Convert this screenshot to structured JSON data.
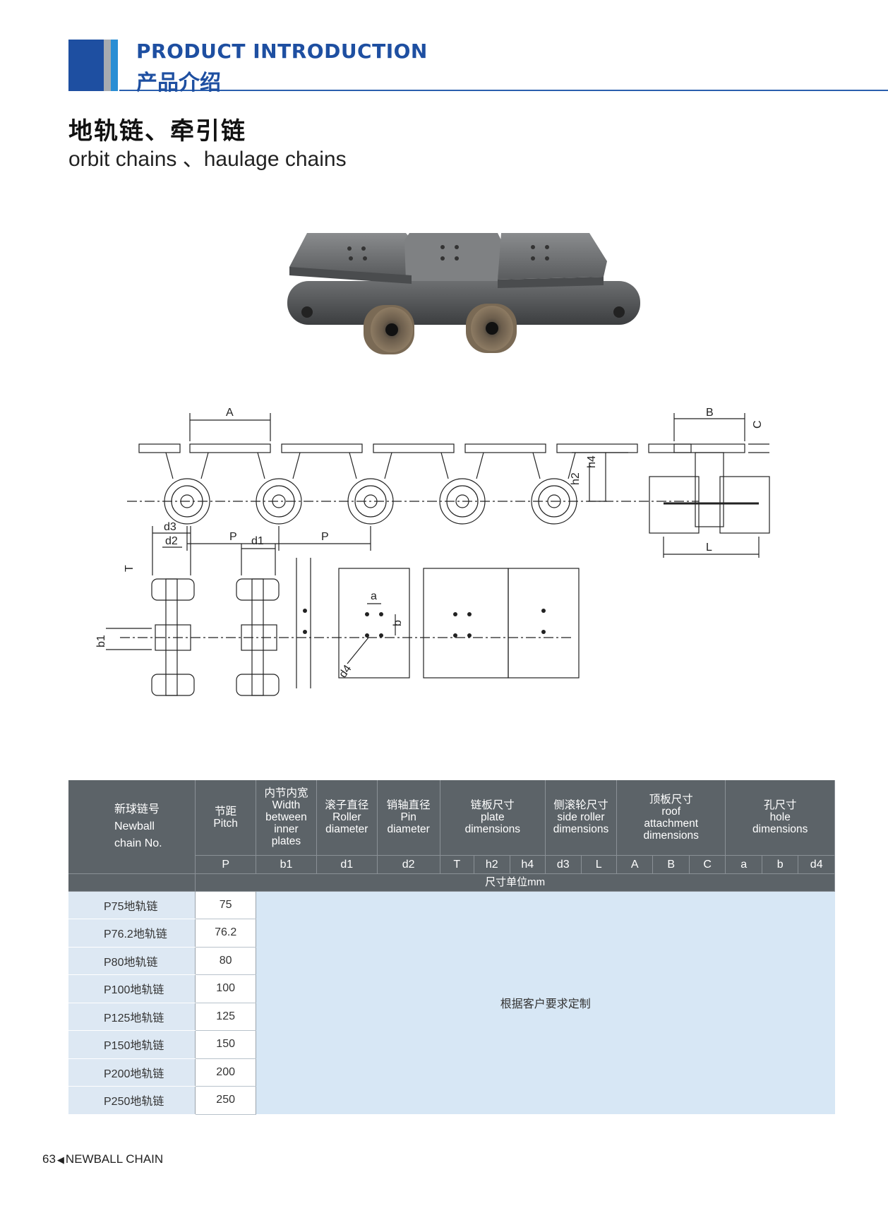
{
  "header": {
    "title_en": "PRODUCT INTRODUCTION",
    "title_cn": "产品介绍"
  },
  "product": {
    "title_cn": "地轨链、牵引链",
    "title_en": "orbit chains 、haulage chains"
  },
  "drawing": {
    "labels": [
      "A",
      "B",
      "C",
      "h4",
      "h2",
      "P",
      "P",
      "L",
      "d3",
      "d2",
      "d1",
      "T",
      "b1",
      "a",
      "b",
      "d4"
    ]
  },
  "table": {
    "model_header": [
      "新球链号",
      "Newball",
      "chain No."
    ],
    "groups": [
      {
        "cn": "节距",
        "en": [
          "Pitch"
        ]
      },
      {
        "cn": "内节内宽",
        "en": [
          "Width",
          "between",
          "inner",
          "plates"
        ]
      },
      {
        "cn": "滚子直径",
        "en": [
          "Roller",
          "diameter"
        ]
      },
      {
        "cn": "销轴直径",
        "en": [
          "Pin",
          "diameter"
        ]
      },
      {
        "cn": "链板尺寸",
        "en": [
          "plate",
          "dimensions"
        ]
      },
      {
        "cn": "侧滚轮尺寸",
        "en": [
          "side roller",
          "dimensions"
        ]
      },
      {
        "cn": "顶板尺寸",
        "en": [
          "roof",
          "attachment",
          "dimensions"
        ]
      },
      {
        "cn": "孔尺寸",
        "en": [
          "hole",
          "dimensions"
        ]
      }
    ],
    "symbols": [
      "P",
      "b1",
      "d1",
      "d2",
      "T",
      "h2",
      "h4",
      "d3",
      "L",
      "A",
      "B",
      "C",
      "a",
      "b",
      "d4"
    ],
    "unit": "尺寸单位mm",
    "rows": [
      {
        "model": "P75地轨链",
        "pitch": "75"
      },
      {
        "model": "P76.2地轨链",
        "pitch": "76.2"
      },
      {
        "model": "P80地轨链",
        "pitch": "80"
      },
      {
        "model": "P100地轨链",
        "pitch": "100"
      },
      {
        "model": "P125地轨链",
        "pitch": "125"
      },
      {
        "model": "P150地轨链",
        "pitch": "150"
      },
      {
        "model": "P200地轨链",
        "pitch": "200"
      },
      {
        "model": "P250地轨链",
        "pitch": "250"
      }
    ],
    "note": "根据客户要求定制"
  },
  "footer": {
    "page": "63",
    "brand": "NEWBALL CHAIN"
  }
}
